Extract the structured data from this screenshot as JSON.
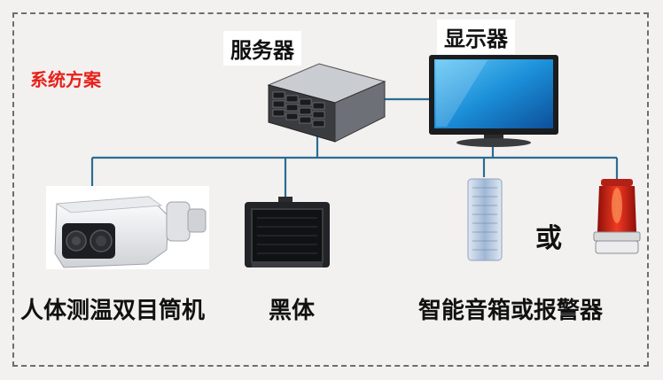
{
  "diagram": {
    "title": "系统方案",
    "server_label": "服务器",
    "monitor_label": "显示器",
    "or_label": "或",
    "camera_label": "人体测温双目筒机",
    "blackbody_label": "黑体",
    "speaker_label": "智能音箱或报警器"
  },
  "colors": {
    "title_red": "#e8211b",
    "connector_blue": "#2b6c93",
    "border_gray": "#6e6e6e",
    "background": "#f2f1f0"
  },
  "icons": [
    "server-icon",
    "monitor-icon",
    "thermal-camera-icon",
    "blackbody-icon",
    "speaker-icon",
    "alarm-light-icon"
  ]
}
